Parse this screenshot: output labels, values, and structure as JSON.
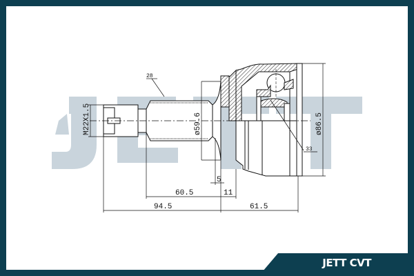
{
  "brand": {
    "name": "JETT CVT",
    "watermark": "JETT",
    "frame_color": "#0d3f50",
    "watermark_color": "#c9d4dc"
  },
  "dimensions": {
    "thread": "M22X1.5",
    "shaft_diameter": "ø59.6",
    "outer_diameter": "ø86.5",
    "spline_teeth": "28",
    "inner_teeth": "33",
    "shoulder": "5",
    "shaft_length": "60.5",
    "flange": "11",
    "overall_stub": "94.5",
    "bell_length": "61.5"
  }
}
